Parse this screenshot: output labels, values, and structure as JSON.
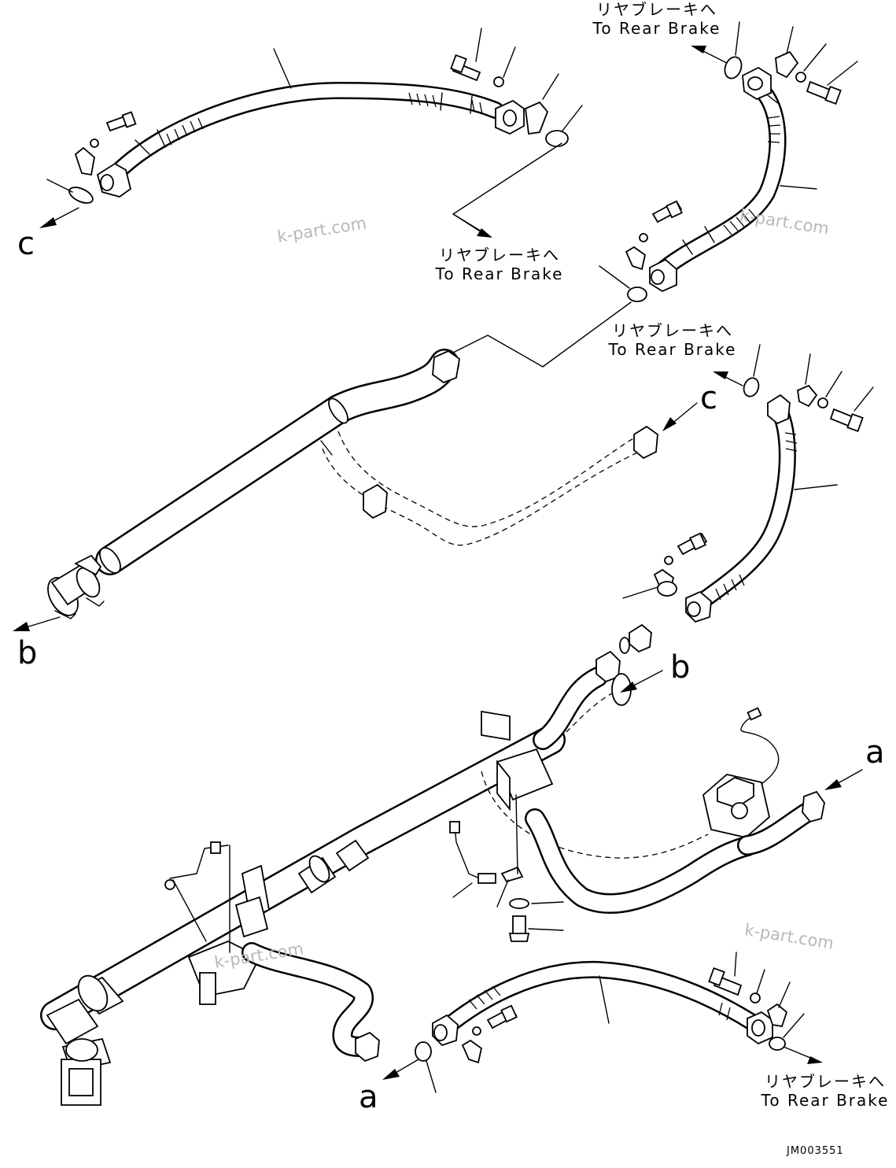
{
  "labels": {
    "rear_brake_jp": "リヤブレーキへ",
    "rear_brake_en": "To Rear Brake",
    "ref_a": "a",
    "ref_b": "b",
    "ref_c": "c"
  },
  "watermark": "k-part.com",
  "drawing_code": "JM003551",
  "icons": [
    "hose-assembly",
    "o-ring",
    "split-flange",
    "bolt",
    "washer",
    "pipe-joint",
    "valve-block",
    "direction-arrow"
  ]
}
